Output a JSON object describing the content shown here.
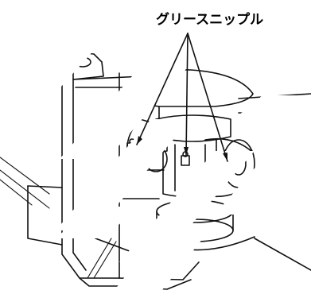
{
  "callout": {
    "label": "グリースニップル",
    "targets": [
      "nipple-left",
      "nipple-center",
      "nipple-right"
    ]
  }
}
